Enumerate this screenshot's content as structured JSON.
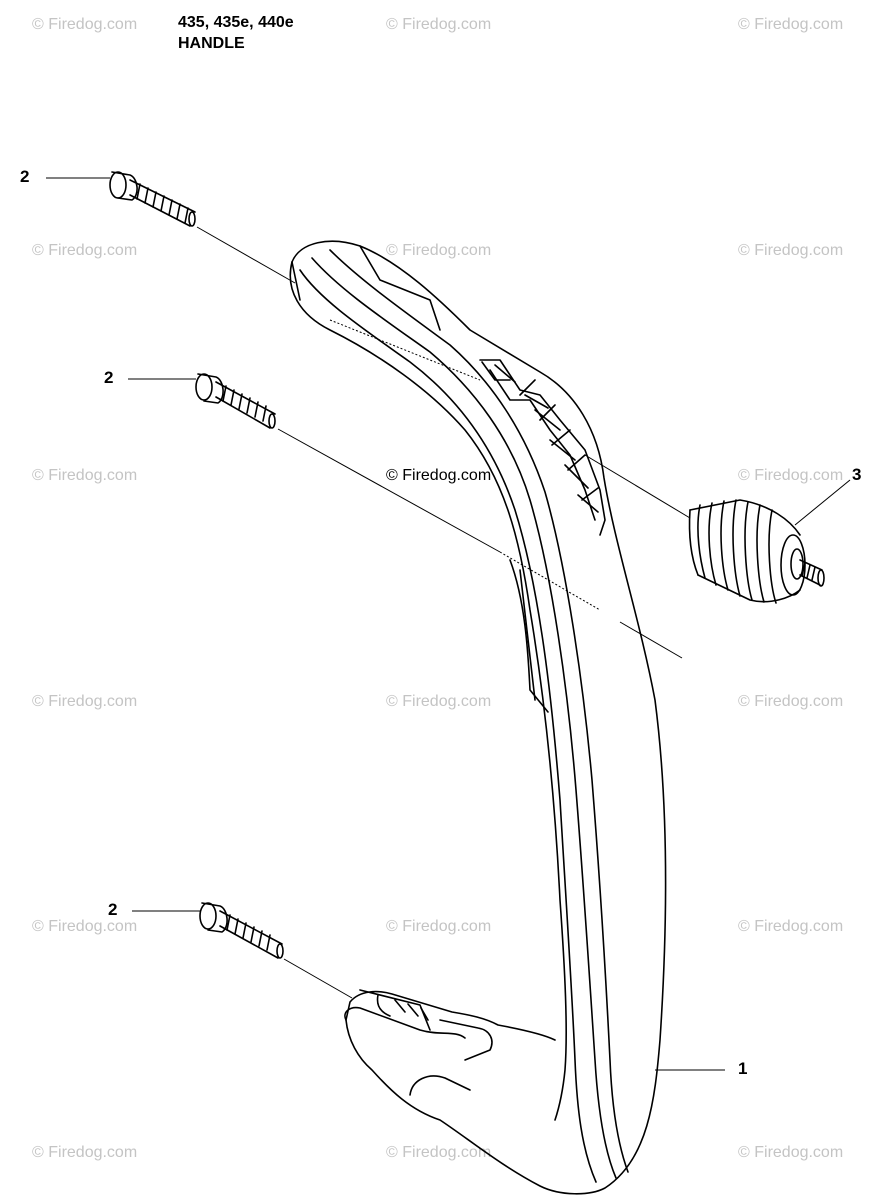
{
  "header": {
    "models": "435, 435e, 440e",
    "section": "HANDLE"
  },
  "watermark": {
    "text": "© Firedog.com",
    "center_text": "© Firedog.com"
  },
  "callouts": [
    {
      "label": "2",
      "part": "bolt"
    },
    {
      "label": "2",
      "part": "bolt"
    },
    {
      "label": "2",
      "part": "bolt"
    },
    {
      "label": "3",
      "part": "spring"
    },
    {
      "label": "1",
      "part": "handle"
    }
  ],
  "colors": {
    "line": "#000000",
    "watermark": "#c4c4c4",
    "background": "#ffffff"
  }
}
